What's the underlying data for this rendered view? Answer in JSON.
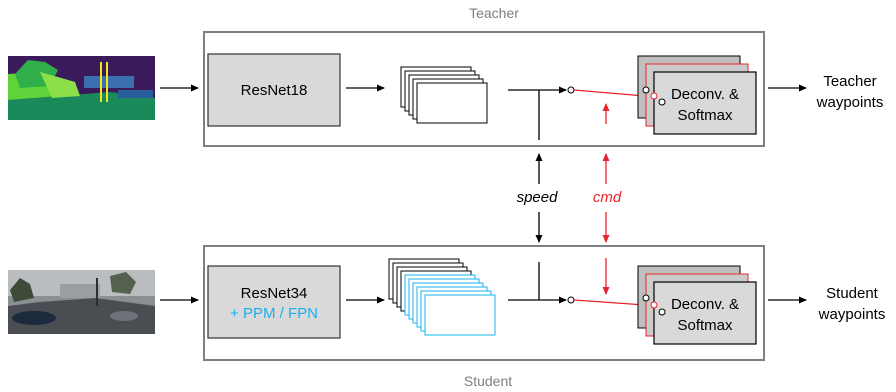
{
  "teacher_section": {
    "title": "Teacher",
    "backbone": "ResNet18",
    "output_line1": "Teacher",
    "output_line2": "waypoints",
    "head_line1": "Deconv. &",
    "head_line2": "Softmax"
  },
  "student_section": {
    "title": "Student",
    "backbone_line1": "ResNet34",
    "backbone_line2": "+ PPM / FPN",
    "output_line1": "Student",
    "output_line2": "waypoints",
    "head_line1": "Deconv. &",
    "head_line2": "Softmax"
  },
  "inputs": {
    "speed": "speed",
    "cmd": "cmd"
  },
  "colors": {
    "frame": "#7f7f7f",
    "box_fill": "#d9d9d9",
    "accent_red": "#e8242a",
    "accent_blue": "#1ab0ef"
  }
}
